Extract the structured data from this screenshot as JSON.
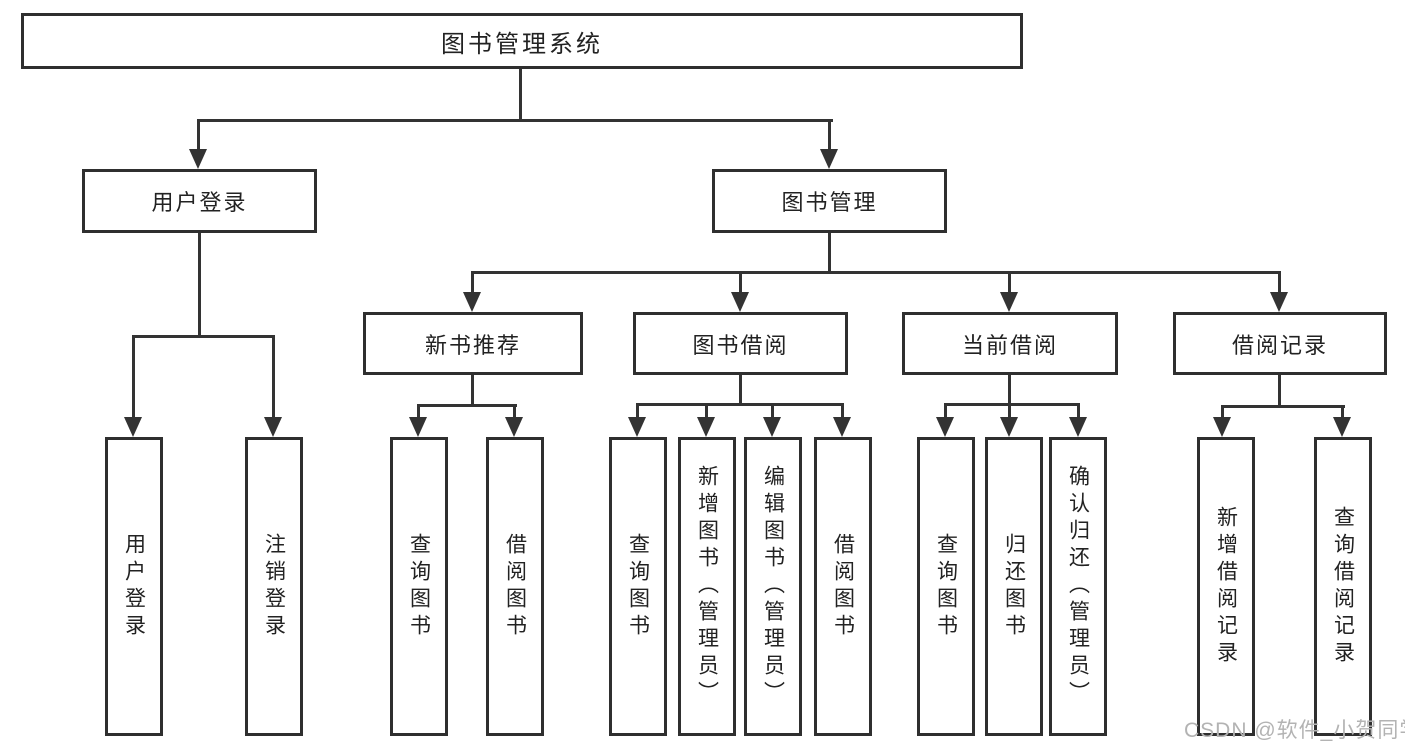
{
  "diagram": {
    "title": "图书管理系统",
    "root": {
      "label": "图书管理系统"
    },
    "level2": [
      {
        "label": "用户登录"
      },
      {
        "label": "图书管理"
      }
    ],
    "level3": [
      {
        "label": "新书推荐"
      },
      {
        "label": "图书借阅"
      },
      {
        "label": "当前借阅"
      },
      {
        "label": "借阅记录"
      }
    ],
    "leaves": {
      "user_login": [
        "用户登录",
        "注销登录"
      ],
      "new_book": [
        "查询图书",
        "借阅图书"
      ],
      "book_borrow": [
        "查询图书",
        "新增图书（管理员）",
        "编辑图书（管理员）",
        "借阅图书"
      ],
      "current_borrow": [
        "查询图书",
        "归还图书",
        "确认归还（管理员）"
      ],
      "borrow_record": [
        "新增借阅记录",
        "查询借阅记录"
      ]
    },
    "colors": {
      "line": "#333333",
      "border": "#2f2f2f",
      "text": "#222222",
      "watermark": "#b3b3b3",
      "background": "#ffffff"
    }
  },
  "watermark": {
    "text": "CSDN @软件_小贺同学"
  }
}
